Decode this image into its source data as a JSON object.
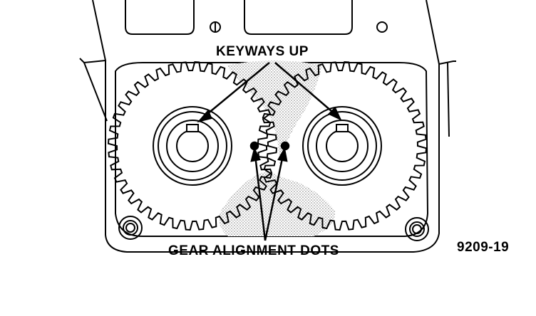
{
  "labels": {
    "keyways": "KEYWAYS UP",
    "alignment_dots": "GEAR ALIGNMENT DOTS",
    "figure_number": "9209-19"
  },
  "gears": [
    {
      "name": "left-gear",
      "teeth": 40
    },
    {
      "name": "right-gear",
      "teeth": 40
    }
  ],
  "colors": {
    "ink": "#000000",
    "background": "#ffffff",
    "stipple": "#9a9a9a"
  }
}
